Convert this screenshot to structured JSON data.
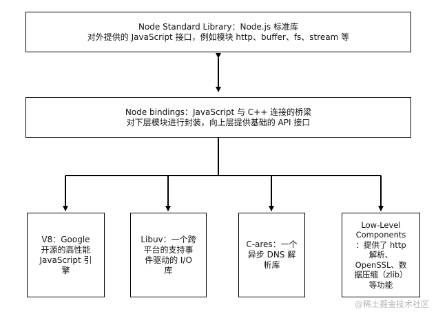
{
  "diagram": {
    "standard_library": {
      "lines": [
        "Node Standard Library：Node.js 标准库",
        "对外提供的 JavaScript 接口，例如模块 http、buffer、fs、stream 等"
      ]
    },
    "bindings": {
      "lines": [
        "Node bindings：JavaScript 与 C++ 连接的桥梁",
        "对下层模块进行封装，向上层提供基础的 API 接口"
      ]
    },
    "v8": {
      "lines": [
        "V8：Google",
        "开源的高性能",
        "JavaScript 引",
        "擎"
      ]
    },
    "libuv": {
      "lines": [
        "Libuv：一个跨",
        "平台的支持事",
        "件驱动的 I/O",
        "库"
      ]
    },
    "cares": {
      "lines": [
        "C-ares：一个",
        "异步 DNS 解",
        "析库"
      ]
    },
    "low_level": {
      "lines": [
        "Low-Level",
        "Components",
        "：提供了 http",
        "解析、",
        "OpenSSL、数",
        "据压缩（zlib）",
        "等功能"
      ]
    },
    "edge_color": "#000000"
  },
  "watermark": "@稀土掘金技术社区"
}
